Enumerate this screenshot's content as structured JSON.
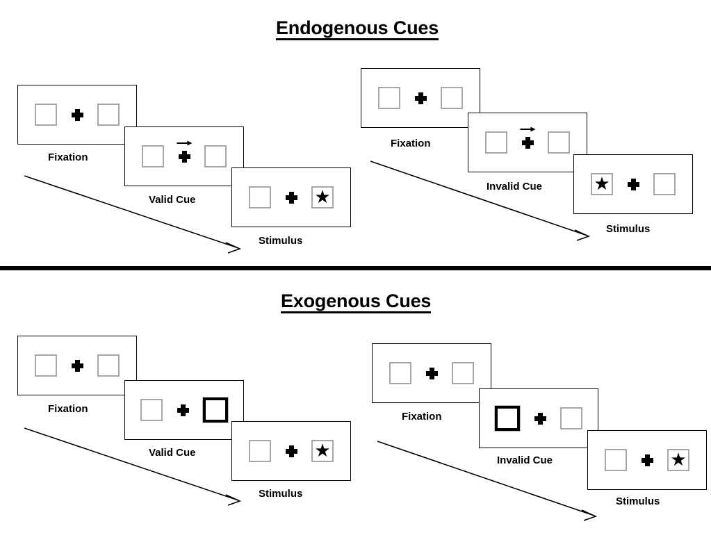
{
  "sections": [
    {
      "id": "endogenous",
      "title": "Endogenous Cues",
      "cue_type": "arrow",
      "groups": [
        {
          "id": "endogenous-valid",
          "cue_label": "Valid Cue",
          "steps": [
            {
              "label": "Fixation",
              "left_box": "empty",
              "right_box": "empty",
              "cue": "none"
            },
            {
              "label": "Valid Cue",
              "left_box": "empty",
              "right_box": "empty",
              "cue": "arrow-right"
            },
            {
              "label": "Stimulus",
              "left_box": "empty",
              "right_box": "star",
              "cue": "none"
            }
          ]
        },
        {
          "id": "endogenous-invalid",
          "cue_label": "Invalid Cue",
          "steps": [
            {
              "label": "Fixation",
              "left_box": "empty",
              "right_box": "empty",
              "cue": "none"
            },
            {
              "label": "Invalid Cue",
              "left_box": "empty",
              "right_box": "empty",
              "cue": "arrow-right"
            },
            {
              "label": "Stimulus",
              "left_box": "star",
              "right_box": "empty",
              "cue": "none"
            }
          ]
        }
      ]
    },
    {
      "id": "exogenous",
      "title": "Exogenous Cues",
      "cue_type": "box-flash",
      "groups": [
        {
          "id": "exogenous-valid",
          "cue_label": "Valid Cue",
          "steps": [
            {
              "label": "Fixation",
              "left_box": "empty",
              "right_box": "empty",
              "cue": "none"
            },
            {
              "label": "Valid Cue",
              "left_box": "empty",
              "right_box": "cued",
              "cue": "none"
            },
            {
              "label": "Stimulus",
              "left_box": "empty",
              "right_box": "star",
              "cue": "none"
            }
          ]
        },
        {
          "id": "exogenous-invalid",
          "cue_label": "Invalid Cue",
          "steps": [
            {
              "label": "Fixation",
              "left_box": "empty",
              "right_box": "empty",
              "cue": "none"
            },
            {
              "label": "Invalid Cue",
              "left_box": "cued",
              "right_box": "empty",
              "cue": "none"
            },
            {
              "label": "Stimulus",
              "left_box": "empty",
              "right_box": "star",
              "cue": "none"
            }
          ]
        }
      ]
    }
  ],
  "glyphs": {
    "star": "★"
  },
  "colors": {
    "ink": "#000000",
    "box_outline": "#a6a6a6",
    "background": "#ffffff"
  }
}
